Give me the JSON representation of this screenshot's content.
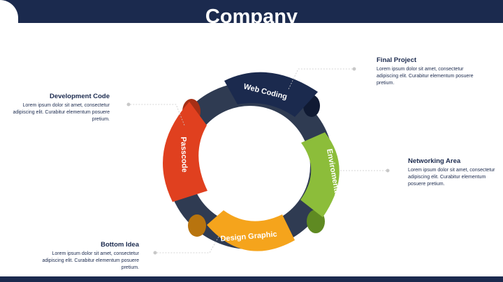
{
  "header": {
    "title": "Company"
  },
  "ring": {
    "segments": [
      {
        "label": "Web Coding",
        "color": "#1b2a4e"
      },
      {
        "label": "Enviromental",
        "color": "#8cbd3a"
      },
      {
        "label": "Design Graphic",
        "color": "#f5a41c"
      },
      {
        "label": "Passcode",
        "color": "#e0401f"
      }
    ],
    "connector_color": "#2f3b52"
  },
  "callouts": [
    {
      "title": "Final Project",
      "text": "Lorem ipsum dolor sit amet, consectetur adipiscing elit. Curabitur elementum posuere pretium."
    },
    {
      "title": "Development Code",
      "text": "Lorem ipsum dolor sit amet, consectetur adipiscing elit. Curabitur elementum posuere pretium."
    },
    {
      "title": "Networking Area",
      "text": "Lorem ipsum dolor sit amet, consectetur adipiscing elit. Curabitur elementum posuere pretium."
    },
    {
      "title": "Bottom Idea",
      "text": "Lorem ipsum dolor sit amet, consectetur adipiscing elit. Curabitur elementum posuere pretium."
    }
  ]
}
